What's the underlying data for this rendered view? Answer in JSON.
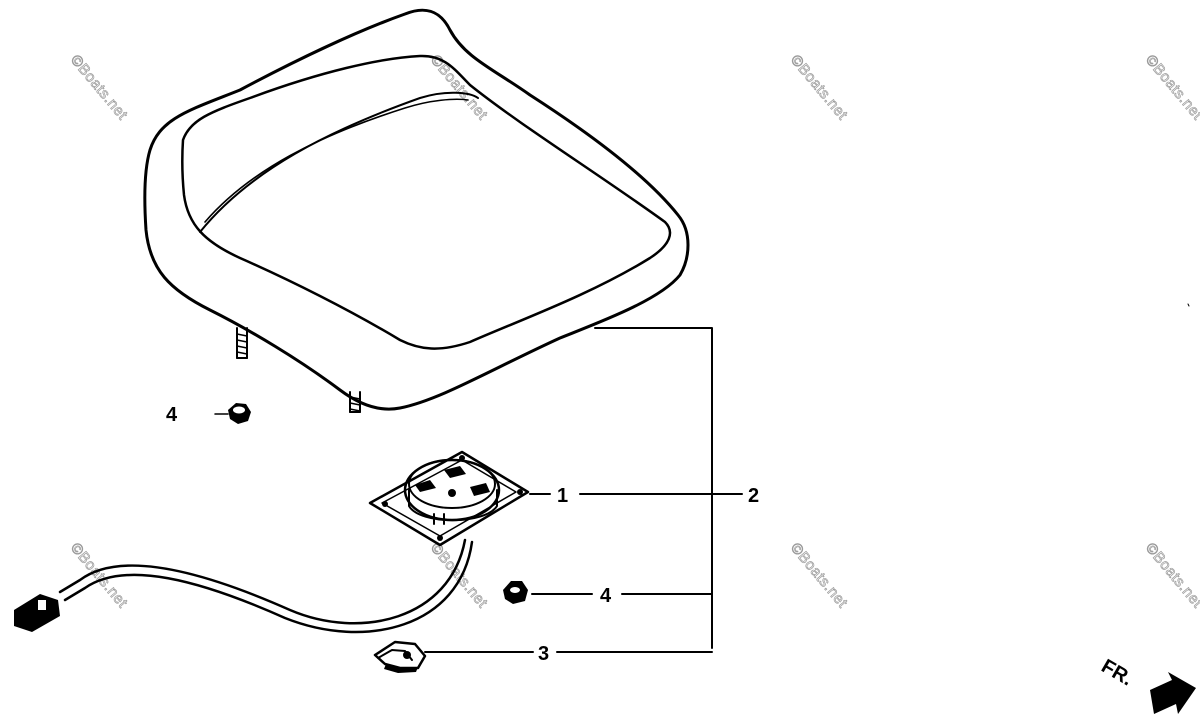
{
  "watermark": "©Boats.net",
  "callouts": [
    {
      "id": "1",
      "label": "1"
    },
    {
      "id": "2",
      "label": "2"
    },
    {
      "id": "3",
      "label": "3"
    },
    {
      "id": "4a",
      "label": "4"
    },
    {
      "id": "4b",
      "label": "4"
    }
  ],
  "direction_marker": {
    "label": "FR."
  }
}
